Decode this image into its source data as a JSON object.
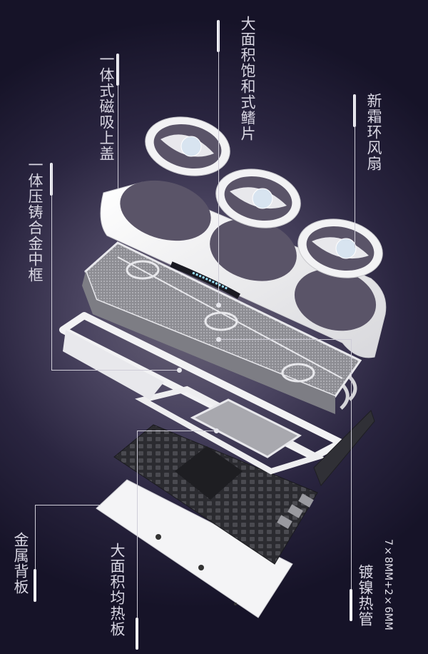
{
  "diagram": {
    "type": "exploded-view",
    "subject": "graphics card cooler exploded view",
    "components": [
      {
        "id": "fans",
        "label": "新霜环风扇",
        "count": 3
      },
      {
        "id": "top-cover",
        "label": "一体式磁吸上盖"
      },
      {
        "id": "fin-stack",
        "label": "大面积饱和式鳍片"
      },
      {
        "id": "middle-frame",
        "label": "一体压铸合金中框"
      },
      {
        "id": "vapor-chamber",
        "label": "大面积均热板"
      },
      {
        "id": "heatpipes",
        "label": "镀镍热管",
        "spec": "7×8MM+2×6MM"
      },
      {
        "id": "pcb",
        "label": ""
      },
      {
        "id": "backplate",
        "label": "金属背板"
      }
    ]
  },
  "labels": {
    "top_cover": "一体式磁吸上盖",
    "fin_stack": "大面积饱和式鳍片",
    "fans": "新霜环风扇",
    "middle_frame": "一体压铸合金中框",
    "backplate": "金属背板",
    "vapor_chamber": "大面积均热板",
    "heatpipes": "镀镍热管",
    "heatpipes_spec": "7×8MM+2×6MM"
  },
  "colors": {
    "background_dark": "#161328",
    "background_mid": "#4a4460",
    "label_text": "#d8d6e2",
    "leader_line": "#cfcdd8",
    "part_white": "#f2f2f4",
    "fin_gray": "#9a9aa0",
    "pcb_black": "#2a2a2e"
  }
}
